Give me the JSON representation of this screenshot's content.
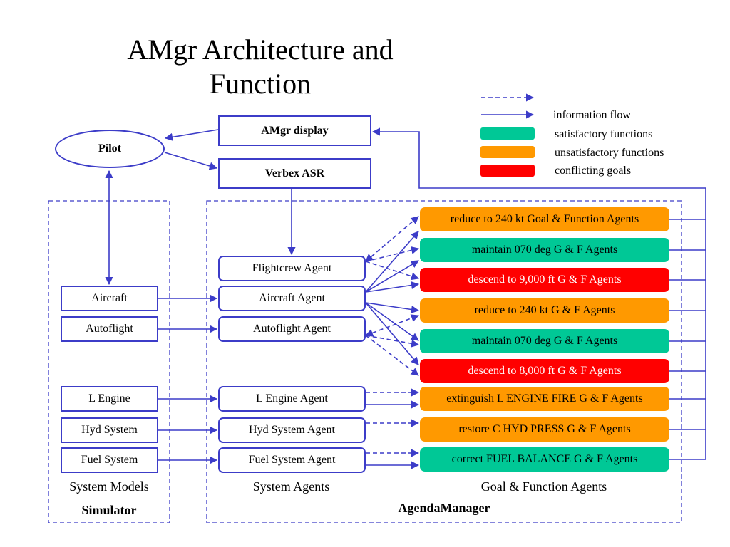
{
  "title": "AMgr Architecture and Function",
  "colors": {
    "line": "#3c3cc8",
    "satisfactory": "#00c896",
    "unsatisfactory": "#ff9900",
    "conflicting": "#ff0000"
  },
  "legend": {
    "dashed_arrow_label": "",
    "solid_arrow_label": "information flow",
    "items": [
      {
        "label": "satisfactory functions",
        "status": "satisfactory"
      },
      {
        "label": "unsatisfactory functions",
        "status": "unsatisfactory"
      },
      {
        "label": "conflicting goals",
        "status": "conflicting"
      }
    ]
  },
  "pilot": {
    "label": "Pilot"
  },
  "amgr_display": {
    "label": "AMgr display"
  },
  "verbex_asr": {
    "label": "Verbex ASR"
  },
  "simulator": {
    "title": "Simulator",
    "caption": "System Models",
    "models": [
      {
        "label": "Aircraft"
      },
      {
        "label": "Autoflight"
      },
      {
        "label": "L Engine"
      },
      {
        "label": "Hyd System"
      },
      {
        "label": "Fuel System"
      }
    ]
  },
  "agenda_manager": {
    "title": "AgendaManager",
    "system_agents_caption": "System Agents",
    "gf_agents_caption": "Goal & Function Agents",
    "system_agents": [
      {
        "label": "Flightcrew Agent"
      },
      {
        "label": "Aircraft Agent"
      },
      {
        "label": "Autoflight Agent"
      },
      {
        "label": "L Engine Agent"
      },
      {
        "label": "Hyd System Agent"
      },
      {
        "label": "Fuel System Agent"
      }
    ],
    "gf_agents": [
      {
        "label": "reduce to 240 kt Goal & Function Agents",
        "status": "unsatisfactory"
      },
      {
        "label": "maintain 070 deg G & F Agents",
        "status": "satisfactory"
      },
      {
        "label": "descend to 9,000 ft G & F Agents",
        "status": "conflicting"
      },
      {
        "label": "reduce to 240 kt G & F Agents",
        "status": "unsatisfactory"
      },
      {
        "label": "maintain 070 deg G & F Agents",
        "status": "satisfactory"
      },
      {
        "label": "descend to 8,000 ft G & F Agents",
        "status": "conflicting"
      },
      {
        "label": "extinguish L ENGINE FIRE G & F Agents",
        "status": "unsatisfactory"
      },
      {
        "label": "restore C HYD PRESS G & F Agents",
        "status": "unsatisfactory"
      },
      {
        "label": "correct FUEL BALANCE G & F Agents",
        "status": "satisfactory"
      }
    ]
  }
}
